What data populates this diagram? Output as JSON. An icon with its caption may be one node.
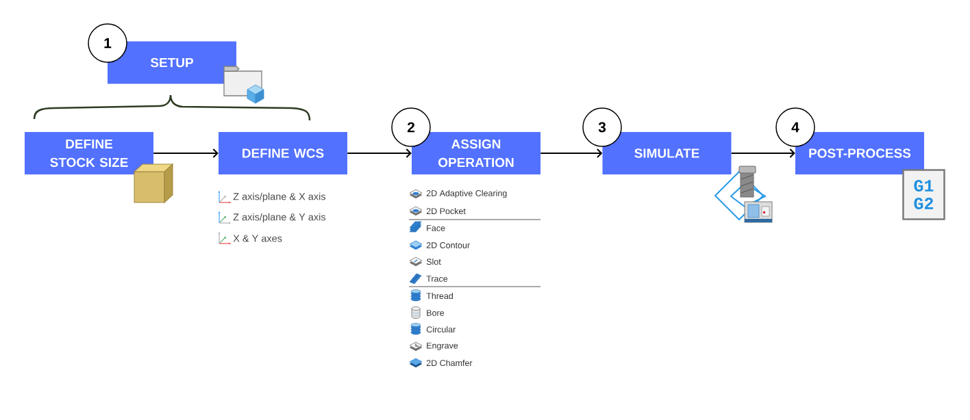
{
  "diagram": {
    "nodes": [
      {
        "text": [
          "1"
        ]
      },
      {
        "text": [
          "SETUP"
        ]
      },
      {
        "text": [
          "DEFINE STOCK SIZE"
        ]
      },
      {
        "text": [
          "DEFINE WCS"
        ]
      },
      {
        "text": [
          "2"
        ]
      },
      {
        "text": [
          "ASSIGN OPERATION"
        ]
      },
      {
        "text": [
          "3"
        ]
      },
      {
        "text": [
          "SIMULATE"
        ]
      },
      {
        "text": [
          "4"
        ]
      },
      {
        "text": [
          "POST-PROCESS"
        ]
      },
      {
        "text": [
          "G1 G2"
        ]
      }
    ],
    "edges": [
      {
        "from": 2,
        "to": 3,
        "arrow": "to"
      },
      {
        "from": 3,
        "to": 5,
        "arrow": "to"
      },
      {
        "from": 5,
        "to": 7,
        "arrow": "to"
      },
      {
        "from": 7,
        "to": 9,
        "arrow": "to"
      }
    ],
    "labels": [
      "Z axis/plane & X axis",
      "Z axis/plane & Y axis",
      "X & Y axes",
      "2D Adaptive Clearing",
      "2D Pocket",
      "Face",
      "2D Contour",
      "Slot",
      "Trace",
      "Thread",
      "Bore",
      "Circular",
      "Engrave",
      "2D Chamfer"
    ]
  }
}
